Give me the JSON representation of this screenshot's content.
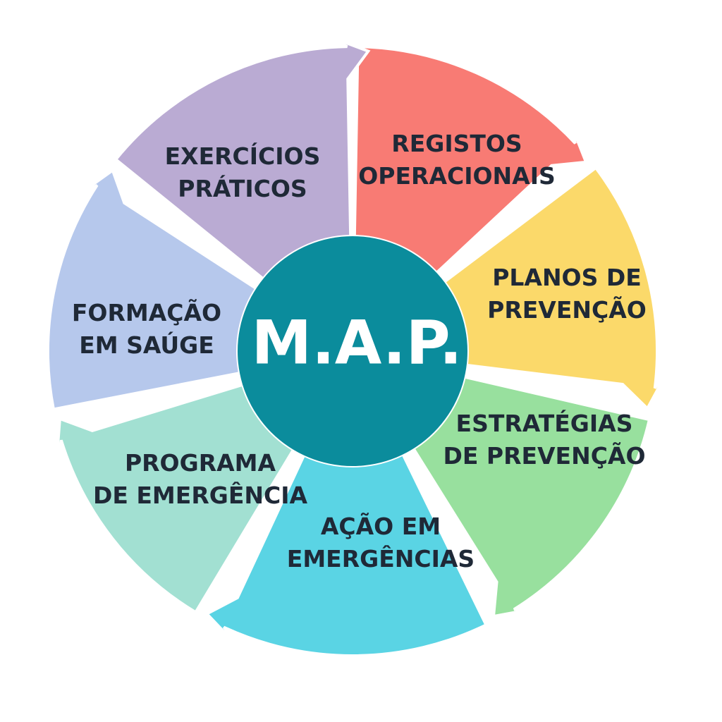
{
  "center": {
    "label": "M.A.P.",
    "color": "#0b8c9c"
  },
  "segments": [
    {
      "id": "registos",
      "lines": [
        "REGISTOS",
        "OPERACIONAIS"
      ],
      "color": "#f87b74"
    },
    {
      "id": "planos",
      "lines": [
        "PLANOS DE",
        "PREVENÇÃO"
      ],
      "color": "#fbd96a"
    },
    {
      "id": "estrategias",
      "lines": [
        "ESTRATÉGIAS",
        "DE PREVENÇÃO"
      ],
      "color": "#98e09e"
    },
    {
      "id": "acao",
      "lines": [
        "AÇÃO EM",
        "EMERGÊNCIAS"
      ],
      "color": "#5ad4e4"
    },
    {
      "id": "programa",
      "lines": [
        "PROGRAMA",
        "DE EMERGÊNCIA"
      ],
      "color": "#a2e0d2"
    },
    {
      "id": "formacao",
      "lines": [
        "FORMAÇÃO",
        "EM SAÚGE"
      ],
      "color": "#b6c8ec"
    },
    {
      "id": "exercicios",
      "lines": [
        "EXERCÍCIOS",
        "PRÁTICOS"
      ],
      "color": "#baabd3"
    }
  ]
}
